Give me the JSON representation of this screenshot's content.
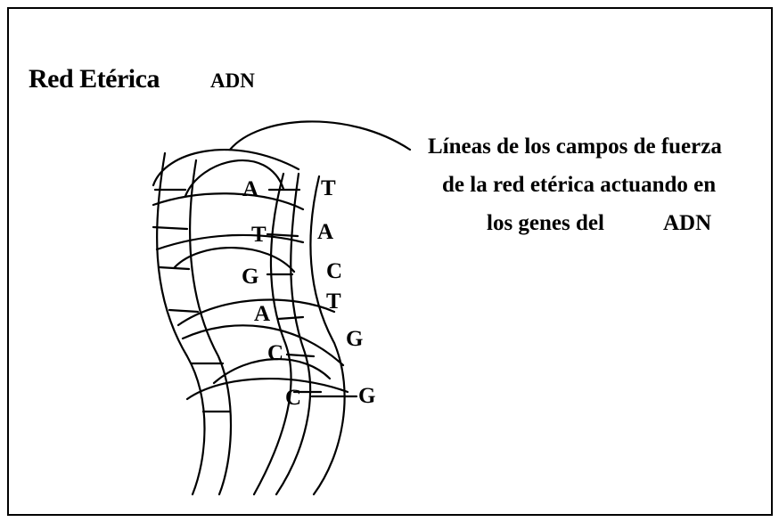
{
  "title": "Red Etérica",
  "title_suffix": "ADN",
  "caption": {
    "line1": "Líneas de los campos de fuerza",
    "line2": "de la red etérica actuando en",
    "line3": "los genes del",
    "line3_end": "ADN"
  },
  "bases_left": [
    "A",
    "T",
    "G",
    "A",
    "C",
    "C"
  ],
  "bases_right": [
    "T",
    "A",
    "C",
    "T",
    "G",
    "G"
  ]
}
